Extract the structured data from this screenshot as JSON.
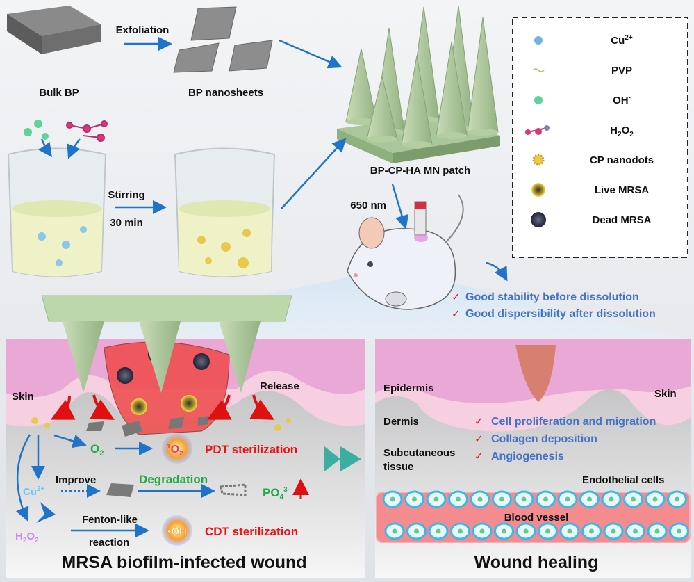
{
  "top": {
    "bulk_bp": "Bulk BP",
    "exfoliation": "Exfoliation",
    "bp_nanosheets": "BP nanosheets",
    "stirring": "Stirring",
    "stirring_time": "30 min",
    "patch_label": "BP-CP-HA MN patch",
    "wavelength": "650 nm",
    "checks": [
      "Good stability before dissolution",
      "Good dispersibility after dissolution"
    ]
  },
  "legend": {
    "items": [
      {
        "label": "Cu",
        "sup": "2+",
        "icon": "blue-sphere-icon"
      },
      {
        "label": "PVP",
        "icon": "polymer-chain-icon"
      },
      {
        "label": "OH",
        "sup": "-",
        "icon": "green-sphere-icon"
      },
      {
        "label": "H",
        "sub": "2",
        "label2": "O",
        "sub2": "2",
        "icon": "molecule-icon"
      },
      {
        "label": "CP nanodots",
        "icon": "nanodot-icon"
      },
      {
        "label": "Live MRSA",
        "icon": "live-bacteria-icon"
      },
      {
        "label": "Dead MRSA",
        "icon": "dead-bacteria-icon"
      }
    ]
  },
  "left_panel": {
    "skin": "Skin",
    "release": "Release",
    "o2": {
      "base": "O",
      "sub": "2"
    },
    "singlet_o2": {
      "sup": "1",
      "base": "O",
      "sub": "2"
    },
    "pdt": "PDT sterilization",
    "improve": "Improve",
    "cu": {
      "base": "Cu",
      "sup": "2+"
    },
    "degradation": "Degradation",
    "po4": {
      "base": "PO",
      "sub": "4",
      "sup": "3-"
    },
    "h2o2": {
      "a": "H",
      "b": "2",
      "c": "O",
      "d": "2"
    },
    "fenton_1": "Fenton-like",
    "fenton_2": "reaction",
    "oh": "•OH",
    "cdt": "CDT sterilization",
    "title": "MRSA biofilm-infected wound"
  },
  "right_panel": {
    "epidermis": "Epidermis",
    "skin": "Skin",
    "dermis": "Dermis",
    "subcutaneous_1": "Subcutaneous",
    "subcutaneous_2": "tissue",
    "checks": [
      "Cell proliferation and migration",
      "Collagen deposition",
      "Angiogenesis"
    ],
    "endothelial": "Endothelial cells",
    "blood_vessel": "Blood vessel",
    "title": "Wound healing"
  },
  "colors": {
    "arrow": "#1f73c8",
    "check": "#ee1111",
    "benefit_text": "#4472c4",
    "teal_arrow": "#3aaea0"
  }
}
